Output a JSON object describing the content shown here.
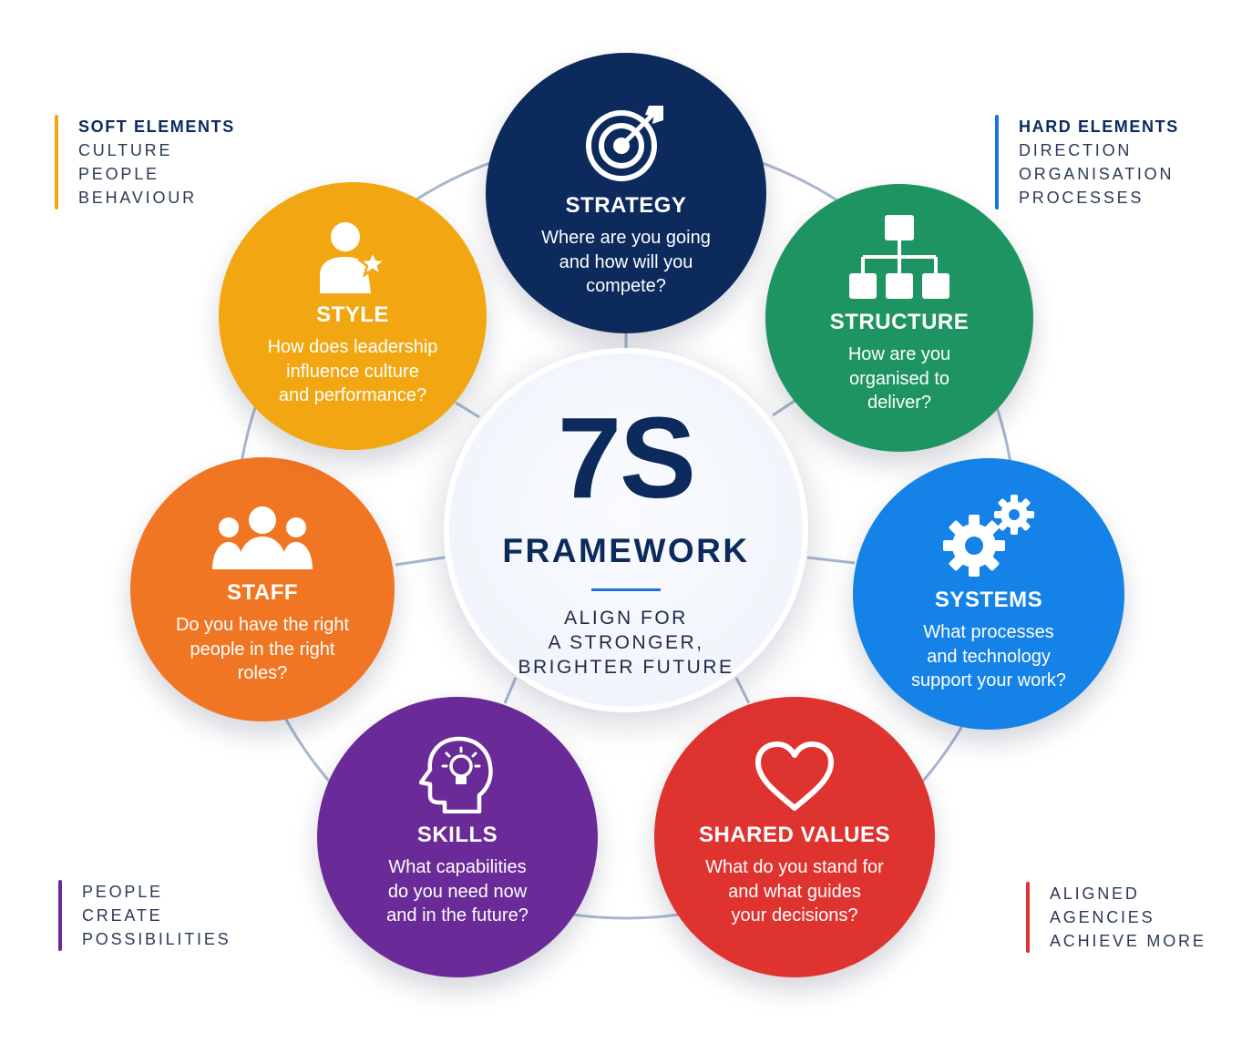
{
  "center": {
    "big": "7S",
    "sub": "FRAMEWORK",
    "tagline": [
      "ALIGN FOR",
      "A STRONGER,",
      "BRIGHTER FUTURE"
    ]
  },
  "elements": [
    {
      "key": "strategy",
      "title": "STRATEGY",
      "question": [
        "Where are you going",
        "and how will you",
        "compete?"
      ],
      "icon": "target-icon",
      "color": "#0c2a5c"
    },
    {
      "key": "structure",
      "title": "STRUCTURE",
      "question": [
        "How are you",
        "organised to",
        "deliver?"
      ],
      "icon": "org-chart-icon",
      "color": "#1e9463"
    },
    {
      "key": "systems",
      "title": "SYSTEMS",
      "question": [
        "What processes",
        "and technology",
        "support your work?"
      ],
      "icon": "gears-icon",
      "color": "#1482e6"
    },
    {
      "key": "shared",
      "title": "SHARED VALUES",
      "question": [
        "What do you stand for",
        "and what guides",
        "your decisions?"
      ],
      "icon": "heart-icon",
      "color": "#df3330"
    },
    {
      "key": "skills",
      "title": "SKILLS",
      "question": [
        "What capabilities",
        "do you need now",
        "and in the future?"
      ],
      "icon": "head-lightbulb-icon",
      "color": "#6a2b99"
    },
    {
      "key": "staff",
      "title": "STAFF",
      "question": [
        "Do you have the right",
        "people in the right",
        "roles?"
      ],
      "icon": "people-group-icon",
      "color": "#f17624"
    },
    {
      "key": "style",
      "title": "STYLE",
      "question": [
        "How does leadership",
        "influence culture",
        "and performance?"
      ],
      "icon": "person-star-icon",
      "color": "#f2a712"
    }
  ],
  "legends": {
    "soft": {
      "heading": "SOFT ELEMENTS",
      "lines": [
        "CULTURE",
        "PEOPLE",
        "BEHAVIOUR"
      ],
      "color": "#f2a712"
    },
    "hard": {
      "heading": "HARD ELEMENTS",
      "lines": [
        "DIRECTION",
        "ORGANISATION",
        "PROCESSES"
      ],
      "color": "#1a74e0"
    },
    "people": {
      "lines": [
        "PEOPLE",
        "CREATE",
        "POSSIBILITIES"
      ],
      "color": "#6a2b99"
    },
    "aligned": {
      "lines": [
        "ALIGNED",
        "AGENCIES",
        "ACHIEVE MORE"
      ],
      "color": "#df3330"
    }
  },
  "colors": {
    "ring": "#9fb0cc",
    "accent": "#1a74e0",
    "navy": "#0c2a5c"
  }
}
